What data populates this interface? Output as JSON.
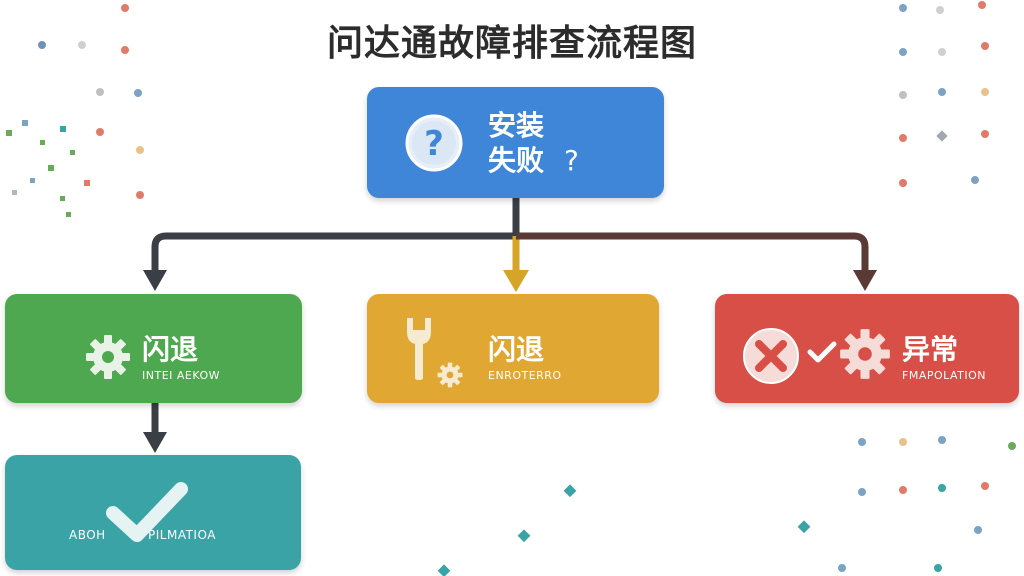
{
  "title": "问达通故障排查流程图",
  "nodes": {
    "start": {
      "line1": "安装",
      "line2": "失败",
      "mark": "?"
    },
    "left": {
      "label": "闪退",
      "caption": "INTEI AEKOW"
    },
    "middle": {
      "label": "闪退",
      "caption": "ENROTERRO"
    },
    "right": {
      "label": "异常",
      "caption": "FMAPOLATION"
    },
    "result": {
      "caption_left": "ABOH",
      "caption_right": "PILMATIOA"
    }
  },
  "colors": {
    "start": "#3f86d8",
    "left": "#4ea84f",
    "middle": "#e0a832",
    "right": "#d84f47",
    "result": "#3aa3a6",
    "connector_dark": "#3a3f46",
    "connector_gold": "#d6a528",
    "connector_brown": "#5a3a34"
  },
  "icons": {
    "start": "question-icon",
    "left": "gear-icon",
    "middle": [
      "wrench-icon",
      "gear-icon"
    ],
    "right": [
      "close-icon",
      "check-icon",
      "gear-icon"
    ],
    "result": "check-icon"
  }
}
